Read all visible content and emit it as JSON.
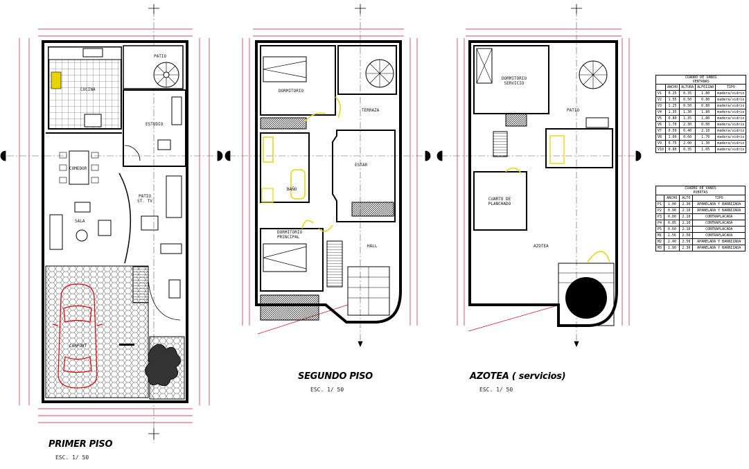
{
  "plans": [
    {
      "title": "PRIMER PISO",
      "scale": "ESC. 1/ 50",
      "rooms": [
        "COCINA",
        "PATIO",
        "COMEDOR",
        "ESTUDIO",
        "SALA",
        "PATIO ST. TV",
        "CARPORT"
      ]
    },
    {
      "title": "SEGUNDO PISO",
      "scale": "ESC. 1/ 50",
      "rooms": [
        "DORMITORIO",
        "TERRAZA",
        "BAÑO",
        "ESTAR",
        "DORMITORIO PRINCIPAL",
        "HALL"
      ]
    },
    {
      "title": "AZOTEA ( servicios)",
      "scale": "ESC. 1/ 50",
      "rooms": [
        "DORMITORIO SERVICIO",
        "PATIO",
        "CUARTO DE PLANCHADO",
        "AZOTEA"
      ]
    }
  ],
  "ventanas": {
    "title": "CUADRO DE VANOS",
    "subtitle": "VENTANAS",
    "headers": [
      "",
      "ANCHO",
      "ALTURA",
      "ALFEIZAR",
      "TIPO"
    ],
    "rows": [
      [
        "V1",
        "0.25",
        "0.35",
        "1.80",
        "madera/vidrio"
      ],
      [
        "V2",
        "1.55",
        "0.50",
        "0.80",
        "madera/vidrio"
      ],
      [
        "V3",
        "1.25",
        "0.50",
        "0.80",
        "madera/vidrio"
      ],
      [
        "V4",
        "1.35",
        "1.30",
        "1.80",
        "madera/vidrio"
      ],
      [
        "V5",
        "0.80",
        "1.35",
        "1.80",
        "madera/vidrio"
      ],
      [
        "V6",
        "1.70",
        "2.30",
        "0.00",
        "madera/vidrio"
      ],
      [
        "V7",
        "0.50",
        "0.40",
        "2.10",
        "madera/vidrio"
      ],
      [
        "V8",
        "1.00",
        "0.60",
        "1.70",
        "madera/vidrio"
      ],
      [
        "V9",
        "0.75",
        "2.00",
        "1.30",
        "madera/vidrio"
      ],
      [
        "V10",
        "0.80",
        "0.35",
        "1.05",
        "madera/vidrio"
      ]
    ]
  },
  "puertas": {
    "title": "CUADRO DE VANOS",
    "subtitle": "PUERTAS",
    "headers": [
      "",
      "ANCHO",
      "ALTO",
      "TIPO"
    ],
    "rows": [
      [
        "P1",
        "1.00",
        "2.30",
        "APANELADA Y BARNIZADA"
      ],
      [
        "P2",
        "0.90",
        "2.10",
        "APANELADA Y BARNIZADA"
      ],
      [
        "P3",
        "0.80",
        "2.10",
        "CONTRAPLACADA"
      ],
      [
        "P4",
        "0.85",
        "2.10",
        "CONTRAPLACADA"
      ],
      [
        "P5",
        "0.60",
        "2.10",
        "CONTRAPLACADA"
      ],
      [
        "M1",
        "2.56",
        "2.50",
        "CONTRAPLACADA"
      ],
      [
        "M2",
        "2.40",
        "2.50",
        "APANELADA Y BARNIZADA"
      ],
      [
        "M3",
        "1.90",
        "2.30",
        "APANELADA Y BARNIZADA"
      ]
    ]
  },
  "colors": {
    "line": "#111111",
    "dim": "#c8102e",
    "accent": "#e8d400",
    "car": "#d40000",
    "tile": "#444444"
  }
}
